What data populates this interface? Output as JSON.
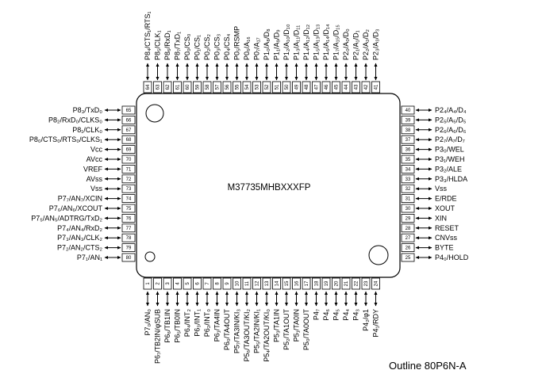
{
  "chip": {
    "part_number": "M37735MHBXXXFP",
    "outline": "Outline  80P6N-A"
  },
  "pins": {
    "top": [
      {
        "num": "64",
        "label": "P8₄/CTS₁/RTS₁"
      },
      {
        "num": "63",
        "label": "P8₅/CLK₁"
      },
      {
        "num": "62",
        "label": "P8₆/RxD₁"
      },
      {
        "num": "61",
        "label": "P8₇/TxD₁"
      },
      {
        "num": "60",
        "label": "P0₀/CS₀"
      },
      {
        "num": "59",
        "label": "P0₁/CS₁"
      },
      {
        "num": "58",
        "label": "P0₂/CS₂"
      },
      {
        "num": "57",
        "label": "P0₃/CS₃"
      },
      {
        "num": "56",
        "label": "P0₄/CS₄"
      },
      {
        "num": "55",
        "label": "P0₅/RSMP"
      },
      {
        "num": "54",
        "label": "P0₆/A₁₆"
      },
      {
        "num": "53",
        "label": "P0₇/A₁₇"
      },
      {
        "num": "52",
        "label": "P1₀/A₈/D₈"
      },
      {
        "num": "51",
        "label": "P1₁/A₉/D₉"
      },
      {
        "num": "50",
        "label": "P1₂/A₁₀/D₁₀"
      },
      {
        "num": "49",
        "label": "P1₃/A₁₁/D₁₁"
      },
      {
        "num": "48",
        "label": "P1₄/A₁₂/D₁₂"
      },
      {
        "num": "47",
        "label": "P1₅/A₁₃/D₁₃"
      },
      {
        "num": "46",
        "label": "P1₆/A₁₄/D₁₄"
      },
      {
        "num": "45",
        "label": "P1₇/A₁₅/D₁₅"
      },
      {
        "num": "44",
        "label": "P2₀/A₀/D₀"
      },
      {
        "num": "43",
        "label": "P2₁/A₁/D₁"
      },
      {
        "num": "42",
        "label": "P2₂/A₂/D₂"
      },
      {
        "num": "41",
        "label": "P2₃/A₃/D₃"
      }
    ],
    "left": [
      {
        "num": "65",
        "label": "P8₃/TxD₀"
      },
      {
        "num": "66",
        "label": "P8₂/RxD₀/CLKS₀"
      },
      {
        "num": "67",
        "label": "P8₁/CLK₀"
      },
      {
        "num": "68",
        "label": "P8₀/CTS₀/RTS₀/CLKS₁"
      },
      {
        "num": "69",
        "label": "Vcc"
      },
      {
        "num": "70",
        "label": "AVcc"
      },
      {
        "num": "71",
        "label": "VREF"
      },
      {
        "num": "72",
        "label": "AVss"
      },
      {
        "num": "73",
        "label": "Vss"
      },
      {
        "num": "74",
        "label": "P7₇/AN₇/XCIN"
      },
      {
        "num": "75",
        "label": "P7₆/AN₆/XCOUT"
      },
      {
        "num": "76",
        "label": "P7₅/AN₅/ADTRG/TxD₂"
      },
      {
        "num": "77",
        "label": "P7₄/AN₄/RxD₂"
      },
      {
        "num": "78",
        "label": "P7₃/AN₃/CLK₂"
      },
      {
        "num": "79",
        "label": "P7₂/AN₂/CTS₂"
      },
      {
        "num": "80",
        "label": "P7₁/AN₁"
      }
    ],
    "right": [
      {
        "num": "40",
        "label": "P2₄/A₄/D₄"
      },
      {
        "num": "39",
        "label": "P2₅/A₅/D₅"
      },
      {
        "num": "38",
        "label": "P2₆/A₆/D₆"
      },
      {
        "num": "37",
        "label": "P2₇/A₇/D₇"
      },
      {
        "num": "36",
        "label": "P3₀/WEL"
      },
      {
        "num": "35",
        "label": "P3₁/WEH"
      },
      {
        "num": "34",
        "label": "P3₂/ALE"
      },
      {
        "num": "33",
        "label": "P3₃/HLDA"
      },
      {
        "num": "32",
        "label": "Vss"
      },
      {
        "num": "31",
        "label": "E/RDE"
      },
      {
        "num": "30",
        "label": "XOUT"
      },
      {
        "num": "29",
        "label": "XIN"
      },
      {
        "num": "28",
        "label": "RESET"
      },
      {
        "num": "27",
        "label": "CNVss"
      },
      {
        "num": "26",
        "label": "BYTE"
      },
      {
        "num": "25",
        "label": "P4₀/HOLD"
      }
    ],
    "bottom": [
      {
        "num": "1",
        "label": "P7₀/AN₀"
      },
      {
        "num": "2",
        "label": "P6₇/TB2IN/φSUB"
      },
      {
        "num": "3",
        "label": "P6₆/TB1IN"
      },
      {
        "num": "4",
        "label": "P6₅/TB0IN"
      },
      {
        "num": "5",
        "label": "P6₄/INT₂"
      },
      {
        "num": "6",
        "label": "P6₃/INT₁"
      },
      {
        "num": "7",
        "label": "P6₂/INT₀"
      },
      {
        "num": "8",
        "label": "P6₁/TA4IN"
      },
      {
        "num": "9",
        "label": "P6₀/TA4OUT"
      },
      {
        "num": "10",
        "label": "P5₇/TA3IN/KI₃"
      },
      {
        "num": "11",
        "label": "P5₆/TA3OUT/KI₂"
      },
      {
        "num": "12",
        "label": "P5₅/TA2IN/KI₁"
      },
      {
        "num": "13",
        "label": "P5₄/TA2OUT/KI₀"
      },
      {
        "num": "14",
        "label": "P5₃/TA1IN"
      },
      {
        "num": "15",
        "label": "P5₂/TA1OUT"
      },
      {
        "num": "16",
        "label": "P5₁/TA0IN"
      },
      {
        "num": "17",
        "label": "P5₀/TA0OUT"
      },
      {
        "num": "18",
        "label": "P4₇"
      },
      {
        "num": "19",
        "label": "P4₆"
      },
      {
        "num": "20",
        "label": "P4₅"
      },
      {
        "num": "21",
        "label": "P4₄"
      },
      {
        "num": "22",
        "label": "P4₃"
      },
      {
        "num": "23",
        "label": "P4₂/φ1"
      },
      {
        "num": "24",
        "label": "P4₁/RDY"
      }
    ]
  }
}
